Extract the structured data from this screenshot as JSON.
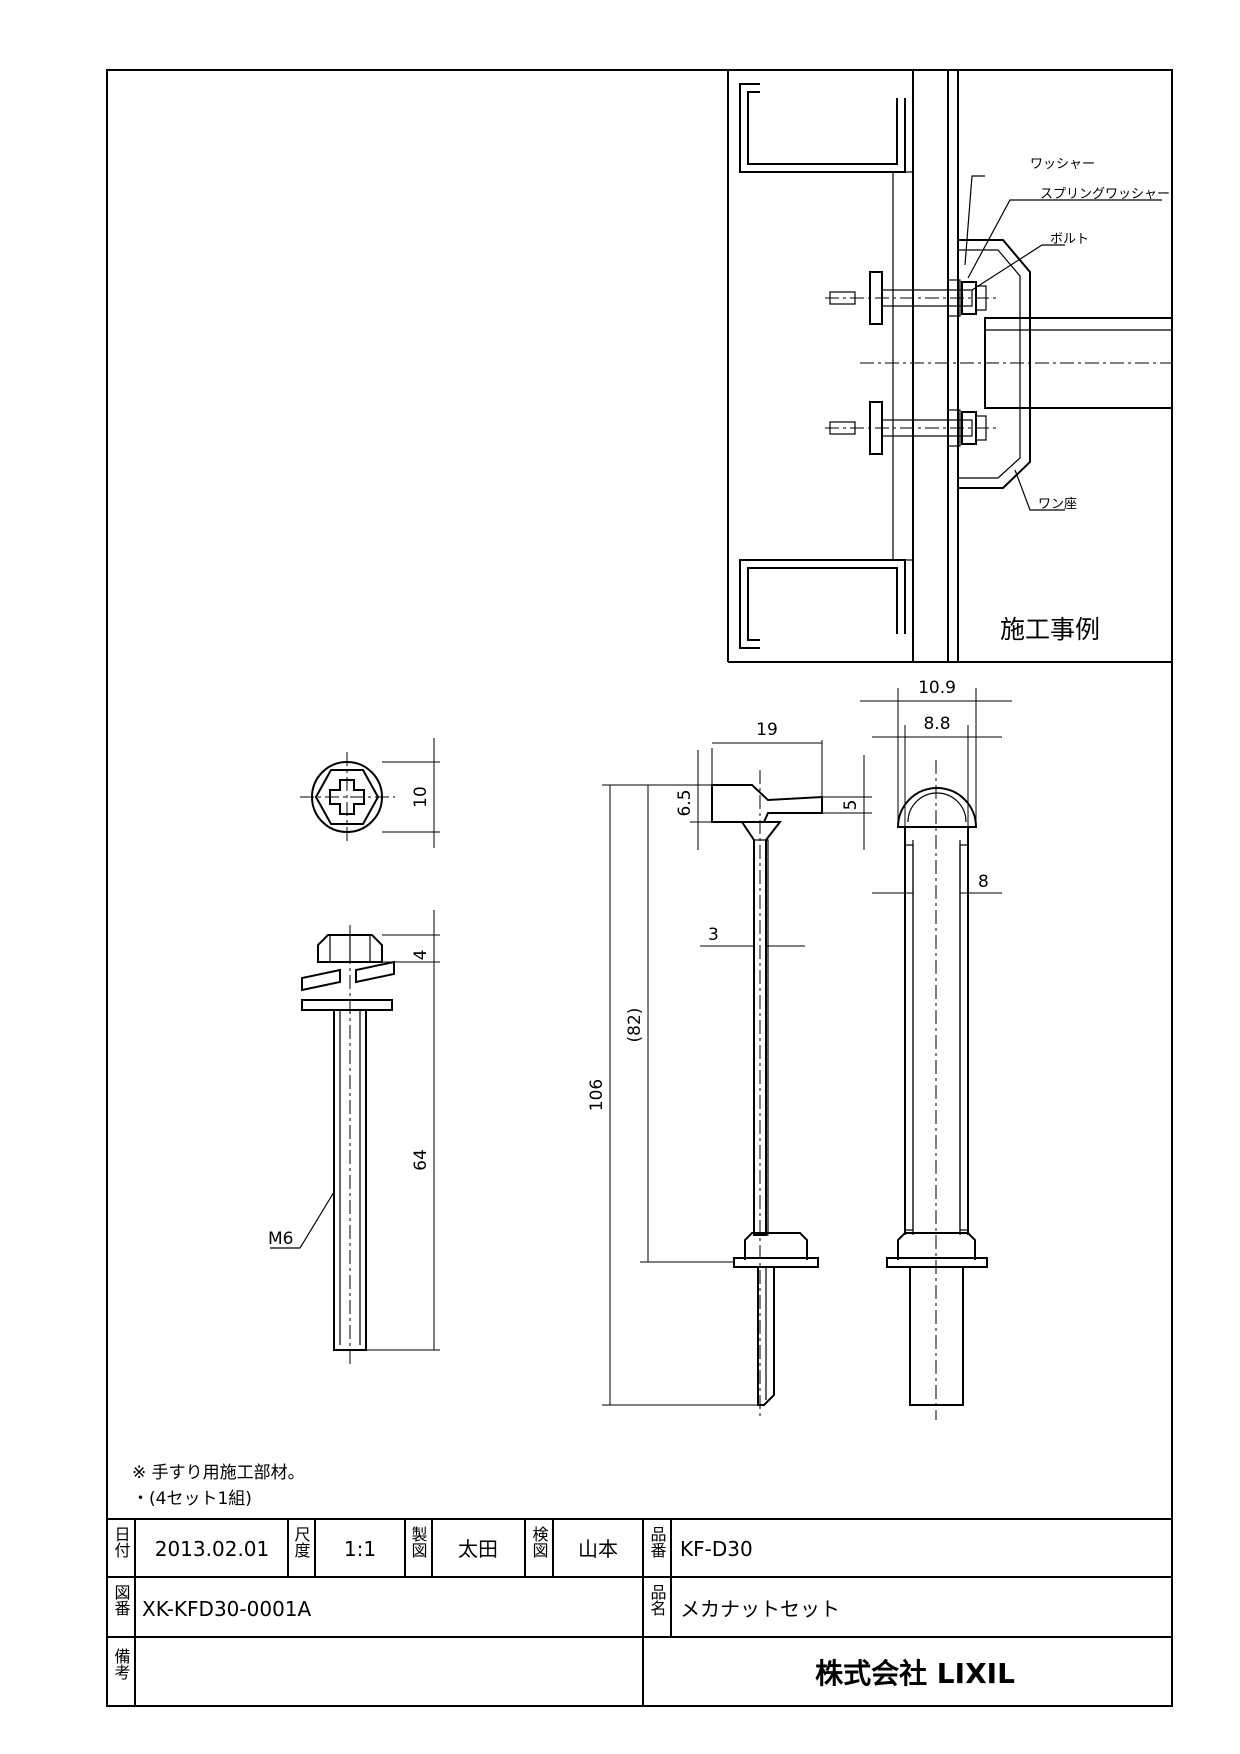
{
  "callouts": {
    "washer": "ワッシャー",
    "spring_washer": "スプリングワッシャー",
    "bolt": "ボルト",
    "base": "ワン座"
  },
  "example_caption": "施工事例",
  "dimensions": {
    "head_width": "10",
    "head_height": "4",
    "bolt_length": "64",
    "thread": "M6",
    "nut_overall": "106",
    "nut_ref": "(82)",
    "nut_top_width": "19",
    "nut_top_height": "6.5",
    "nut_cap_height": "5",
    "shaft_width": "3",
    "outer_dia": "10.9",
    "inner_dia": "8.8",
    "body_dia": "8"
  },
  "notes": {
    "line1": "※ 手すり用施工部材。",
    "line2": "・(4セット1組)"
  },
  "title_block": {
    "date_label": "日付",
    "date": "2013.02.01",
    "scale_label": "尺度",
    "scale": "1:1",
    "drawn_label": "製図",
    "drawn": "太田",
    "checked_label": "検図",
    "checked": "山本",
    "product_no_label": "品番",
    "product_no": "KF-D30",
    "drawing_no_label": "図番",
    "drawing_no": "XK-KFD30-0001A",
    "product_name_label": "品名",
    "product_name": "メカナットセット",
    "remarks_label": "備考",
    "company": "株式会社 LIXIL"
  }
}
